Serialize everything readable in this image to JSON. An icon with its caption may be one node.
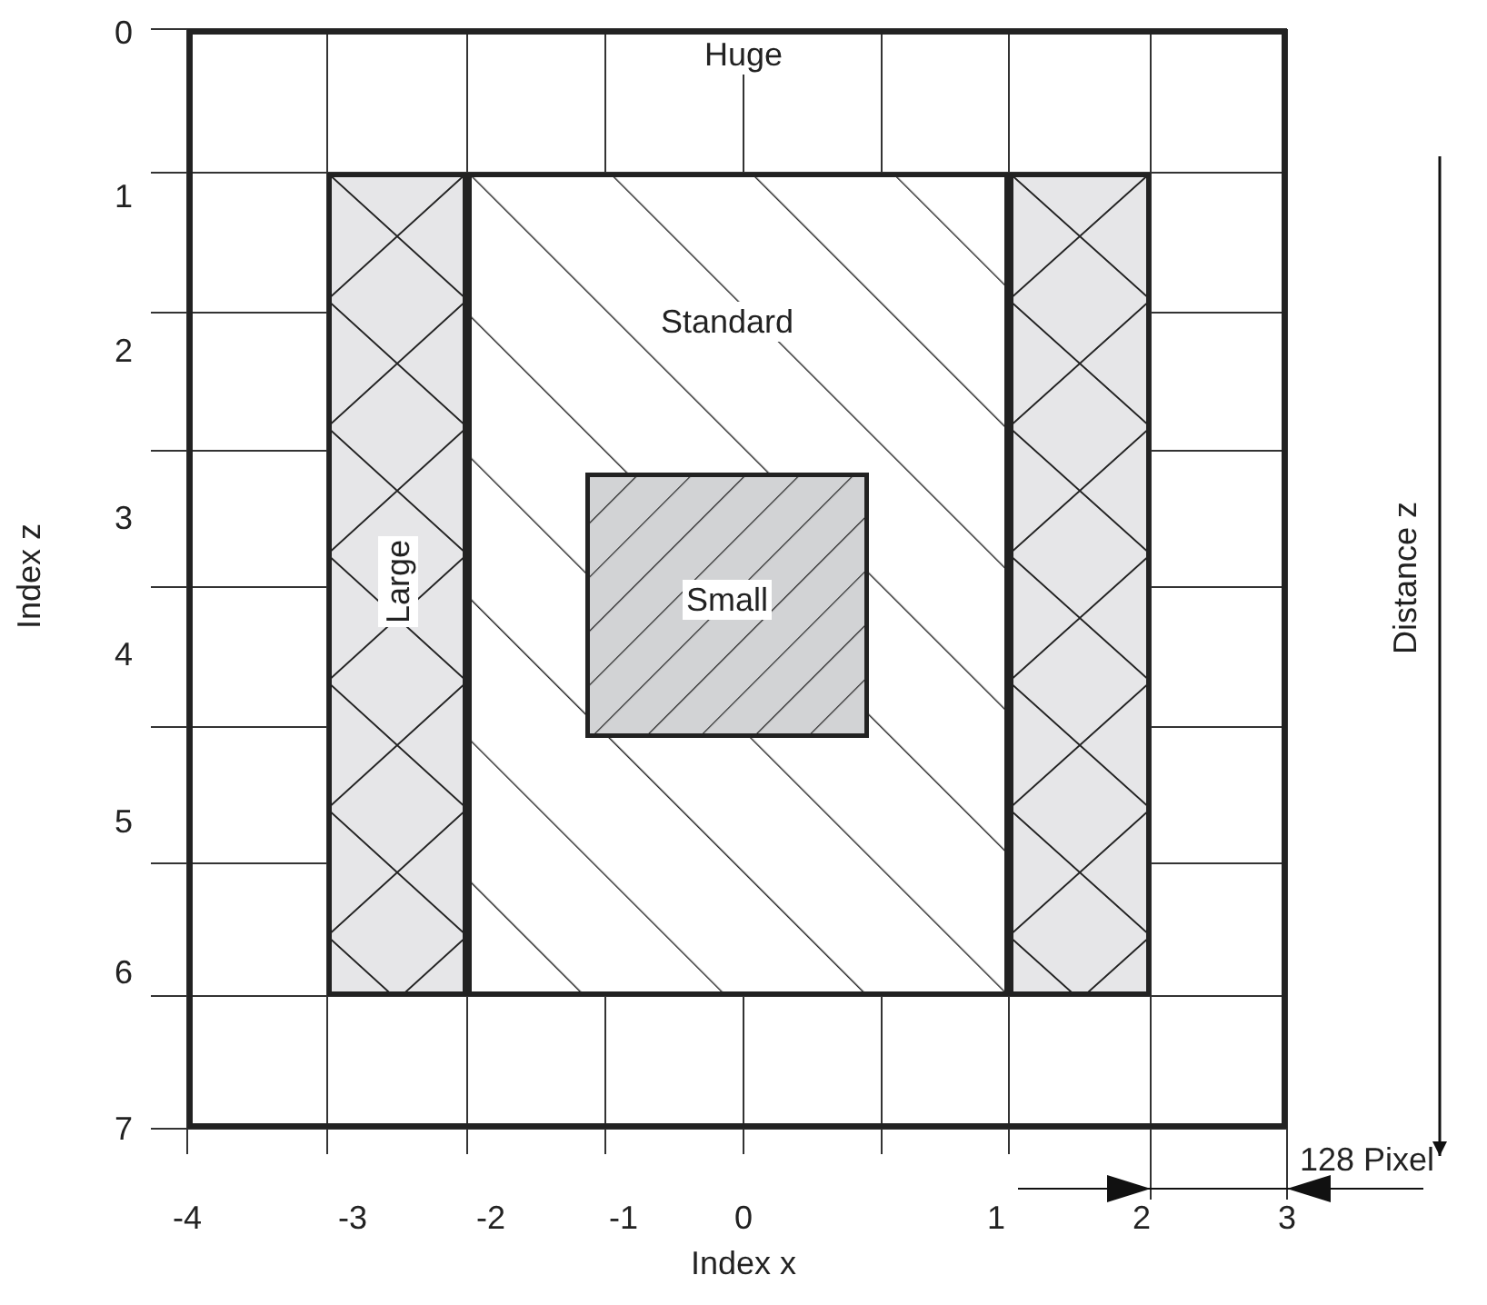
{
  "diagram": {
    "nodes": [
      {
        "text": [
          "Huge"
        ]
      },
      {
        "text": [
          "Large"
        ],
        "in": 0
      },
      {
        "text": [
          "Standard"
        ],
        "in": 0
      },
      {
        "text": [
          "Small"
        ],
        "in": 2
      },
      {
        "text": [],
        "shape": "box",
        "in": 0
      }
    ],
    "labels": [
      "0",
      "1",
      "2",
      "3",
      "4",
      "5",
      "6",
      "7",
      "-4",
      "-3",
      "-2",
      "-1",
      "0",
      "1",
      "2",
      "3",
      "Index z",
      "Index x",
      "Distance z",
      "128 Pixel"
    ]
  }
}
